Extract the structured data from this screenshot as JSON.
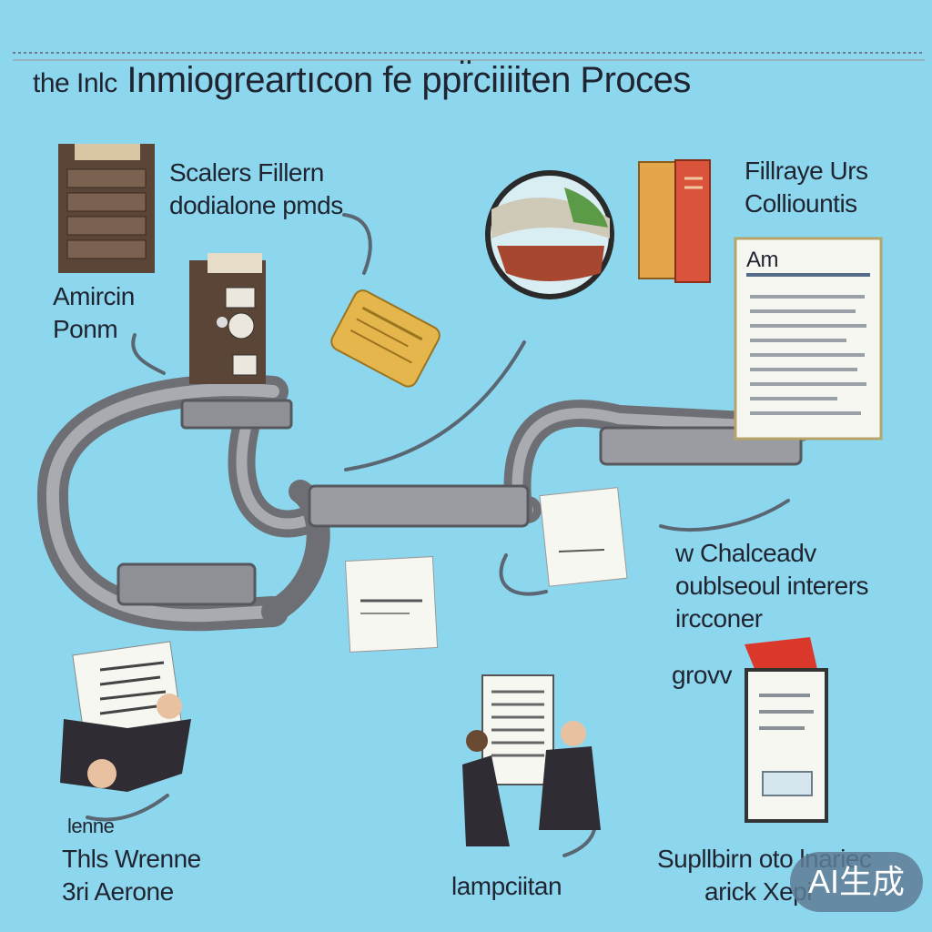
{
  "title": {
    "prefix": "the Inlc",
    "main": "Inmiogreartıcon fe ppr̈ciiiiten Proces"
  },
  "labels": {
    "top_left": [
      "Scalers Fillern",
      "dodialone pmds"
    ],
    "left_mid": [
      "Amircin",
      "Ponm"
    ],
    "top_right": [
      "Fillraye Urs",
      "Colliountis"
    ],
    "doc_header": "Am",
    "right_mid": [
      "w Chalceadv",
      "oublseoul interers",
      "ircconer"
    ],
    "right_low": "grovv",
    "bottom_left_small": "lenne",
    "bottom_left": [
      "Thls Wrenne",
      "3ri Aerone"
    ],
    "bottom_center": "lampciitan",
    "bottom_right": [
      "Supllbirn oto lnariec",
      "arick Xepi"
    ]
  },
  "badge": {
    "text": "AI生成"
  },
  "colors": {
    "background": "#8dd7ee",
    "pipe": "#6d6f75",
    "pipe_light": "#a9abb1",
    "cabinet": "#5b4536",
    "gold": "#e4b64b",
    "book_red": "#d9543a",
    "paper": "#f7f7f2",
    "suit": "#2f2c33"
  }
}
